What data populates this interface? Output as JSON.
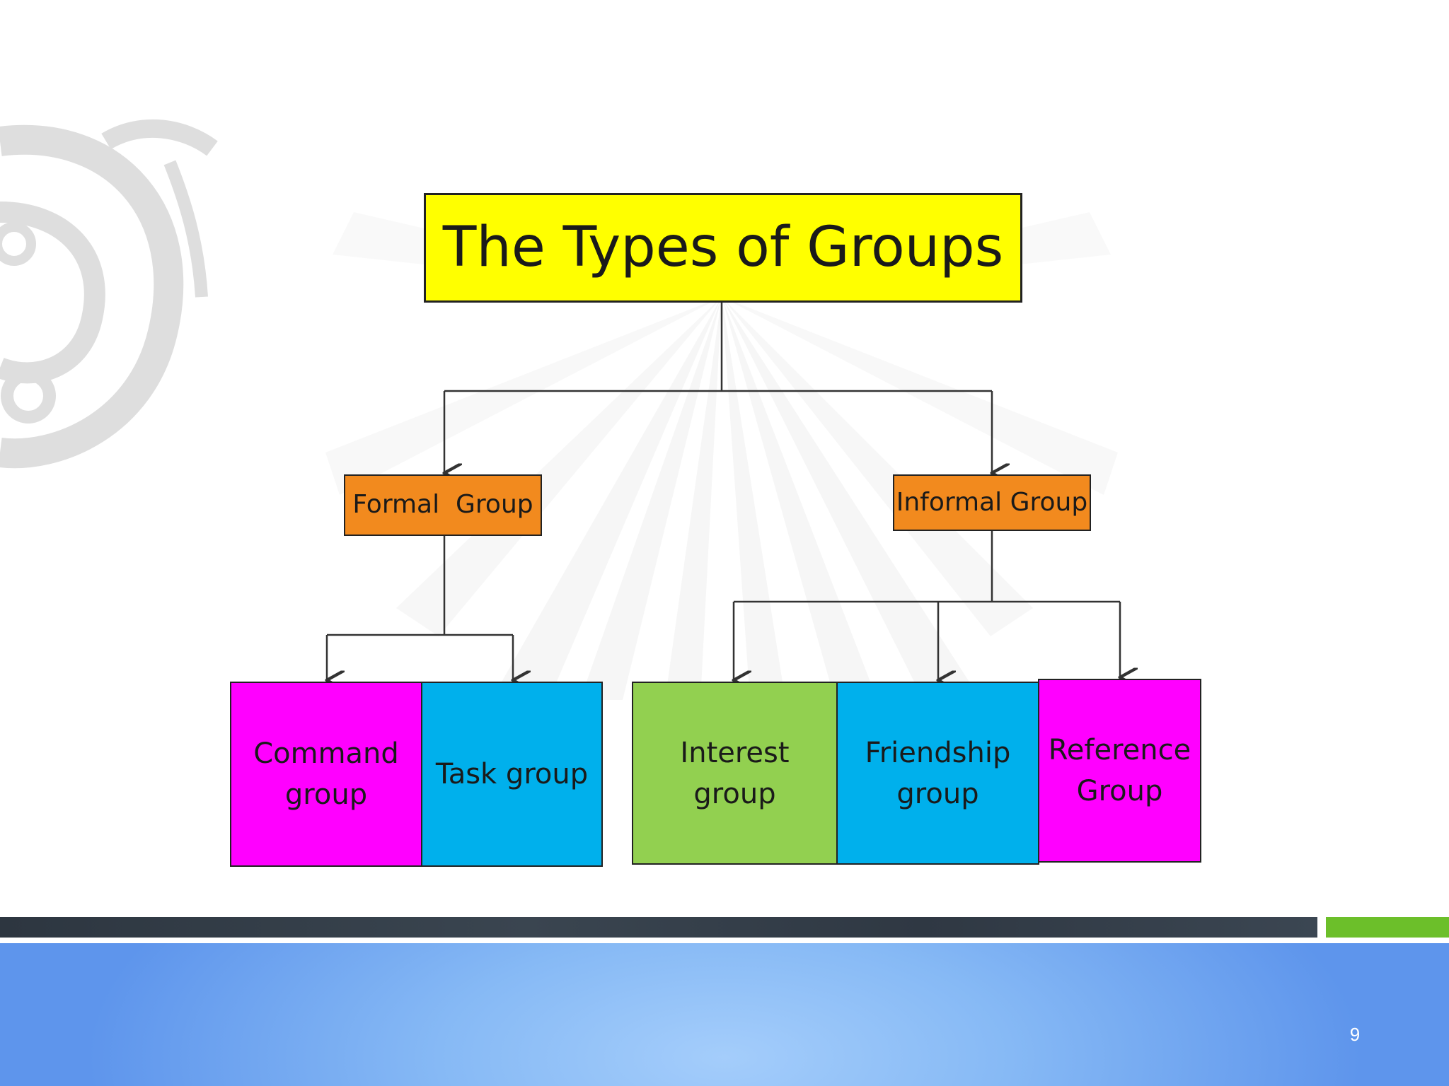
{
  "diagram": {
    "title": "The Types of Groups",
    "formal": {
      "label": "Formal  Group",
      "children": [
        {
          "line1": "Command",
          "line2": "group"
        },
        {
          "line1": "Task group",
          "line2": ""
        }
      ]
    },
    "informal": {
      "label": "Informal Group",
      "children": [
        {
          "line1": "Interest group",
          "line2": ""
        },
        {
          "line1": "Friendship",
          "line2": "group"
        },
        {
          "line1": "Reference",
          "line2": "Group"
        }
      ]
    }
  },
  "colors": {
    "title_fill": "#ffff00",
    "category_fill": "#f28a1e",
    "magenta": "#ff00ff",
    "cyan": "#00b0ec",
    "green": "#92d050",
    "footer_accent": "#6cbf2a"
  },
  "slide": {
    "page_number": "9"
  }
}
